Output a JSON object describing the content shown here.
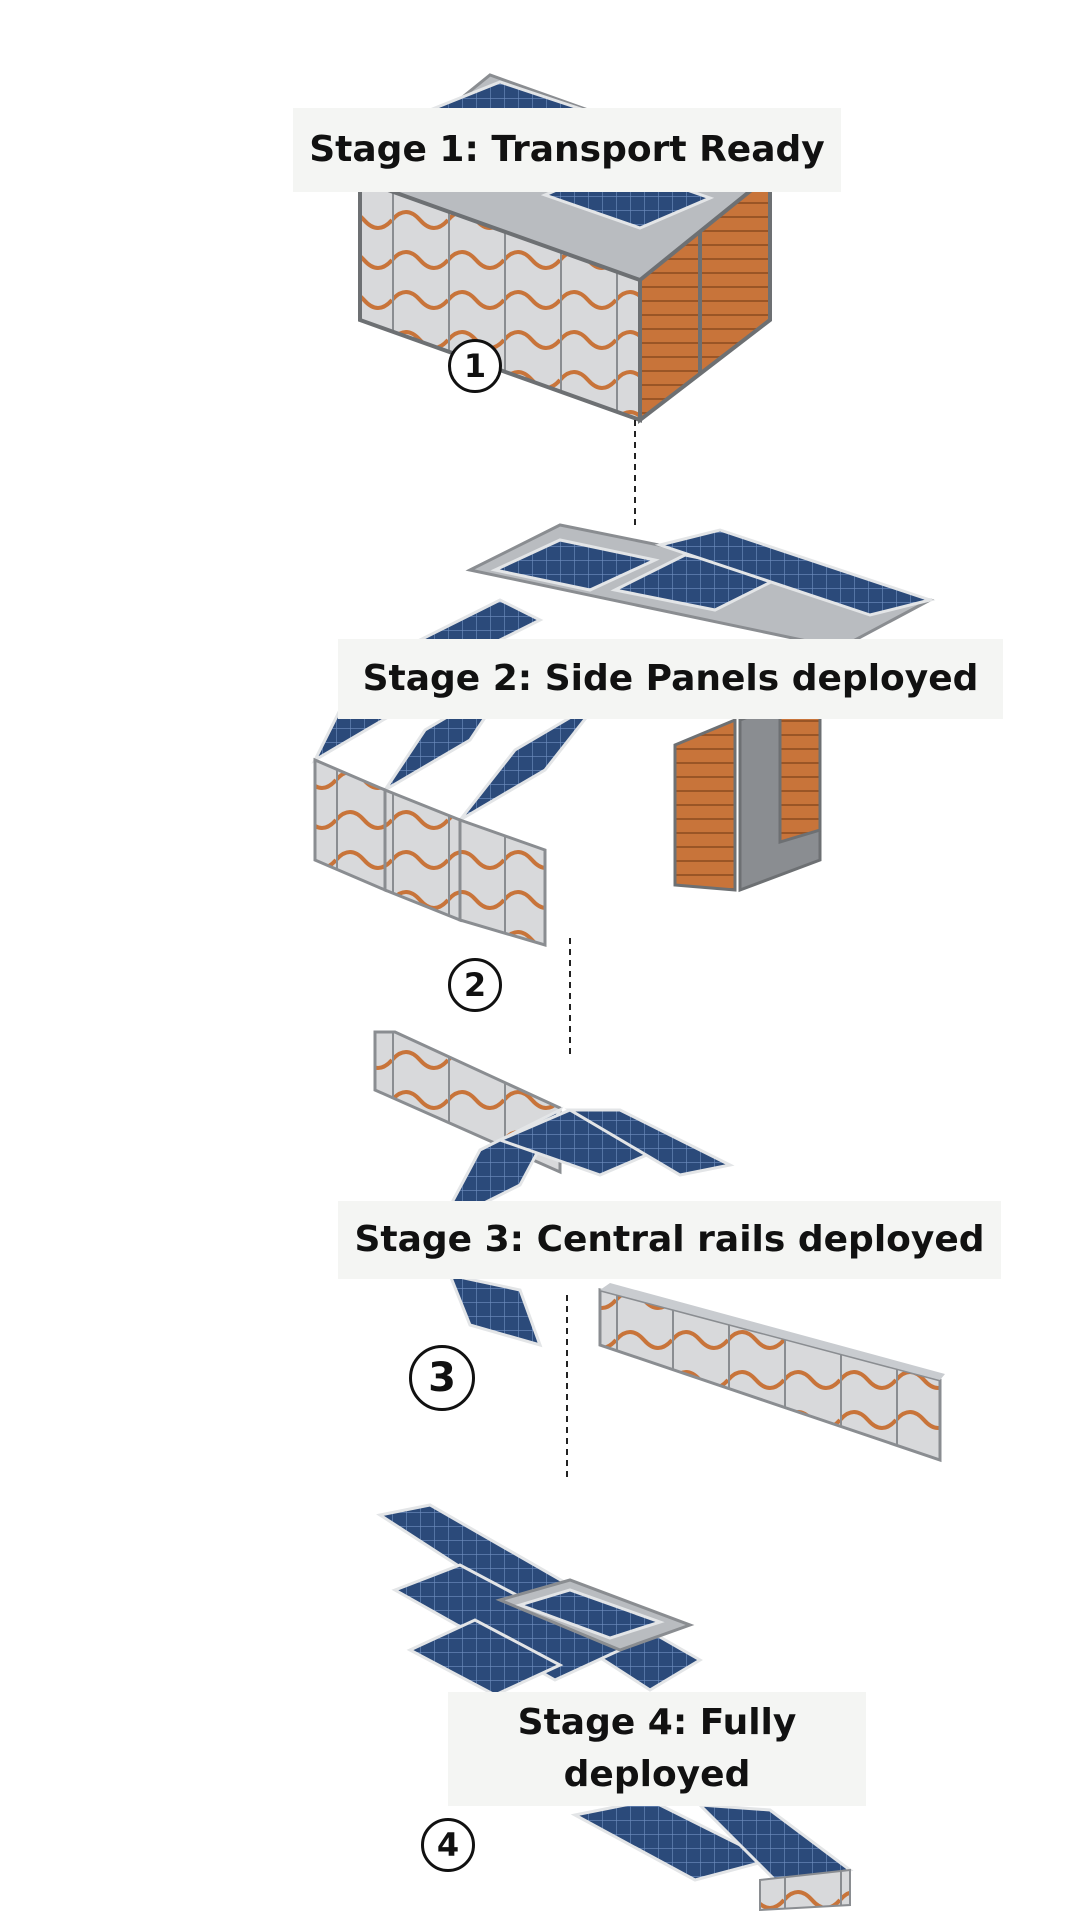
{
  "stages": [
    {
      "title": "Stage 1: Transport Ready",
      "number": "1"
    },
    {
      "title": "Stage 2: Side Panels deployed",
      "number": "2"
    },
    {
      "title": "Stage 3: Central rails deployed",
      "number": "3"
    },
    {
      "title": "Stage 4: Fully deployed",
      "number": "4"
    }
  ],
  "colors": {
    "panel_blue": "#2b4a7a",
    "panel_frame": "#c9ccd0",
    "container_orange": "#c8743a",
    "container_grey": "#8a8d91",
    "label_background": "#f4f5f3"
  }
}
